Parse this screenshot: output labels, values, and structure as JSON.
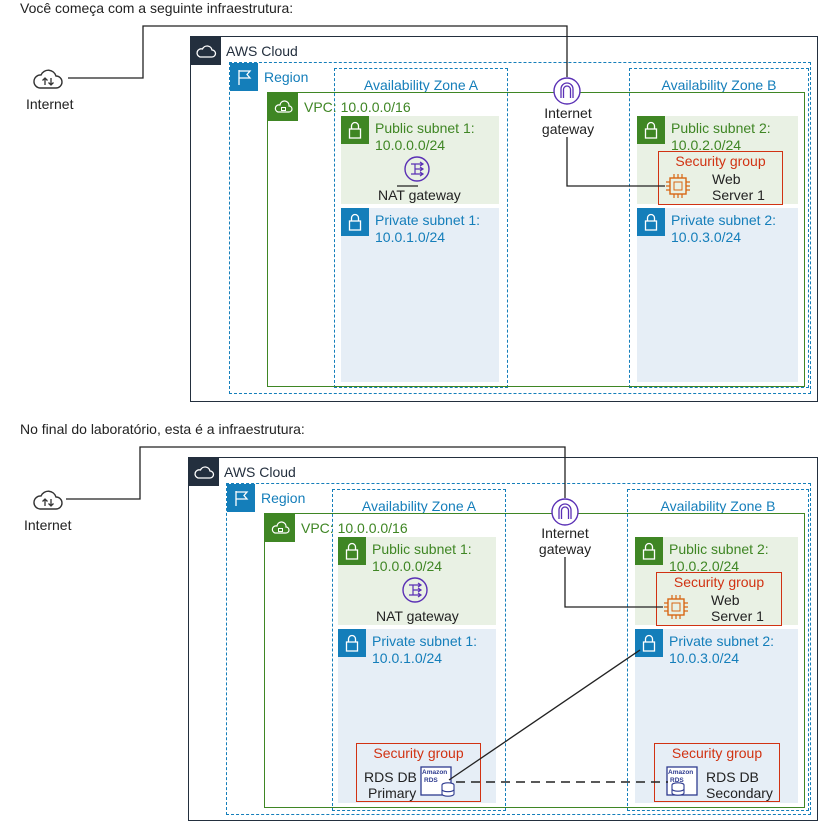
{
  "captions": {
    "before": "Você começa com a seguinte infraestrutura:",
    "after": "No final do laboratório, esta é a infraestrutura:"
  },
  "labels": {
    "internet": "Internet",
    "aws_cloud": "AWS Cloud",
    "region": "Region",
    "az_a": "Availability Zone A",
    "az_b": "Availability Zone B",
    "vpc": "VPC: 10.0.0.0/16",
    "igw_line1": "Internet",
    "igw_line2": "gateway",
    "public_subnet_1": "Public subnet 1:",
    "public_subnet_1_cidr": "10.0.0.0/24",
    "public_subnet_2": "Public subnet 2:",
    "public_subnet_2_cidr": "10.0.2.0/24",
    "private_subnet_1": "Private subnet 1:",
    "private_subnet_1_cidr": "10.0.1.0/24",
    "private_subnet_2": "Private subnet 2:",
    "private_subnet_2_cidr": "10.0.3.0/24",
    "nat_gateway": "NAT gateway",
    "security_group": "Security group",
    "web_line1": "Web",
    "web_line2": "Server 1",
    "rds_primary_line1": "RDS DB",
    "rds_primary_line2": "Primary",
    "rds_secondary_line1": "RDS DB",
    "rds_secondary_line2": "Secondary",
    "rds_icon_line1": "Amazon",
    "rds_icon_line2": "RDS"
  },
  "colors": {
    "aws_dark": "#232f3e",
    "region_blue": "#147eba",
    "vpc_green": "#3f8624",
    "public_fill": "#e9f1e4",
    "private_fill": "#e6eef6",
    "security_red": "#d13212",
    "ec2_orange": "#d86613",
    "network_purple": "#5a30b5"
  },
  "icons": {
    "internet": "cloud-upload-download-icon",
    "aws_cloud": "cloud-icon",
    "region": "flag-icon",
    "lock": "lock-icon",
    "igw": "internet-gateway-icon",
    "nat": "nat-gateway-icon",
    "ec2": "ec2-chip-icon",
    "rds": "rds-database-icon"
  }
}
